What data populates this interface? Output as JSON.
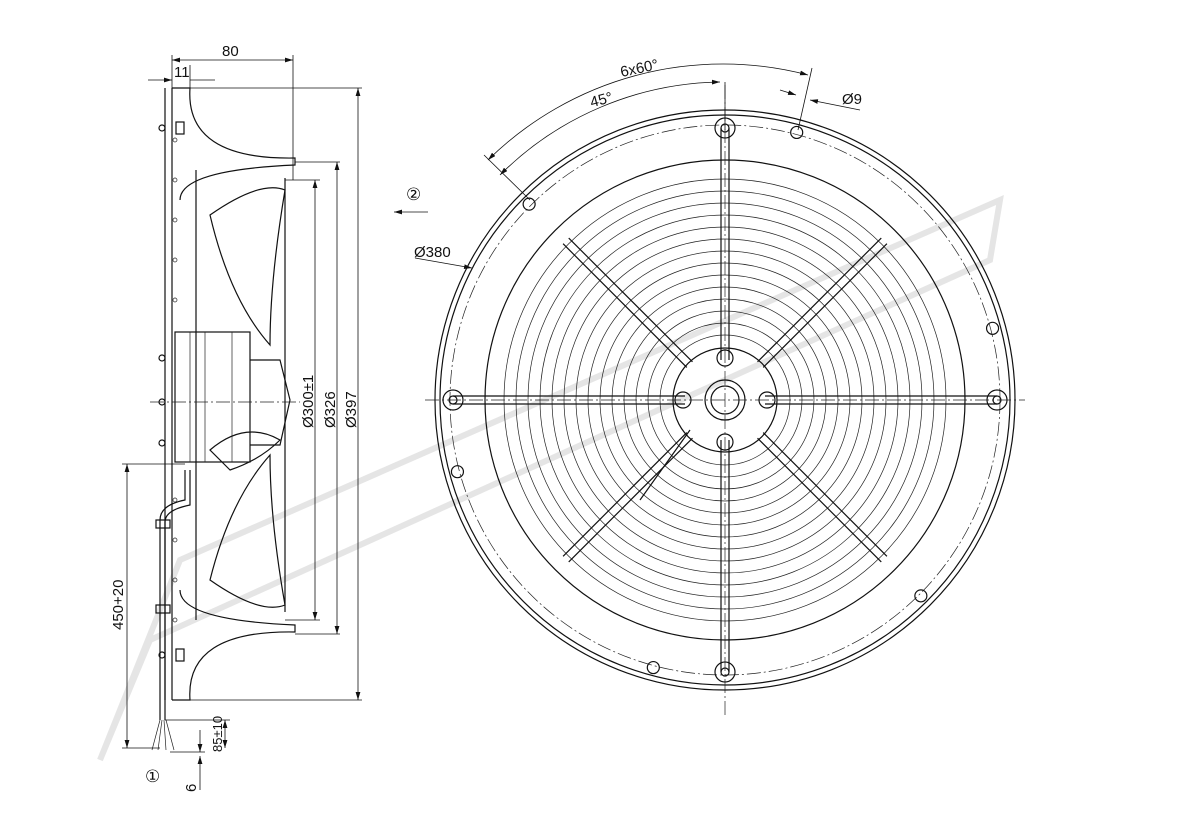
{
  "drawing": {
    "side_view": {
      "dim_depth": "80",
      "dim_flange": "11",
      "dim_d300": "Ø300±1",
      "dim_d326": "Ø326",
      "dim_d397": "Ø397",
      "dim_cable": "450+20",
      "dim_wire_strip": "85±10",
      "dim_wire_end": "6",
      "callout_1": "①"
    },
    "front_view": {
      "dim_angle_pattern": "6x60°",
      "dim_angle_offset": "45°",
      "dim_hole": "Ø9",
      "dim_bolt_circle": "Ø380",
      "callout_2": "②"
    }
  }
}
